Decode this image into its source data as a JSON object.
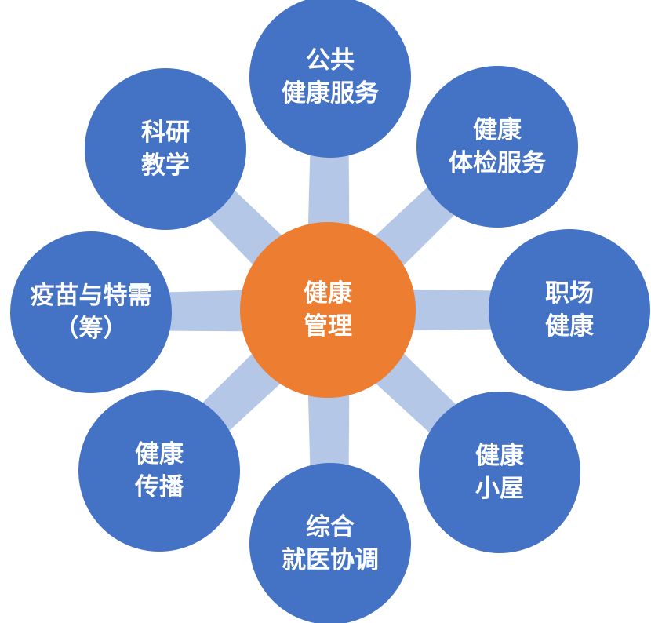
{
  "colors": {
    "center": "#ED7D31",
    "outer": "#4472C4",
    "spoke": "#B4C7E7"
  },
  "center": {
    "lines": [
      "健康",
      "管理"
    ]
  },
  "nodes": [
    {
      "id": "public-health-service",
      "lines": [
        "公共",
        "健康服务"
      ]
    },
    {
      "id": "health-checkup-service",
      "lines": [
        "健康",
        "体检服务"
      ]
    },
    {
      "id": "workplace-health",
      "lines": [
        "职场",
        "健康"
      ]
    },
    {
      "id": "health-cabin",
      "lines": [
        "健康",
        "小屋"
      ]
    },
    {
      "id": "medical-coordination",
      "lines": [
        "综合",
        "就医协调"
      ]
    },
    {
      "id": "health-communication",
      "lines": [
        "健康",
        "传播"
      ]
    },
    {
      "id": "vaccine-special-needs",
      "lines": [
        "疫苗与特需",
        "（筹）"
      ]
    },
    {
      "id": "research-teaching",
      "lines": [
        "科研",
        "教学"
      ]
    }
  ]
}
